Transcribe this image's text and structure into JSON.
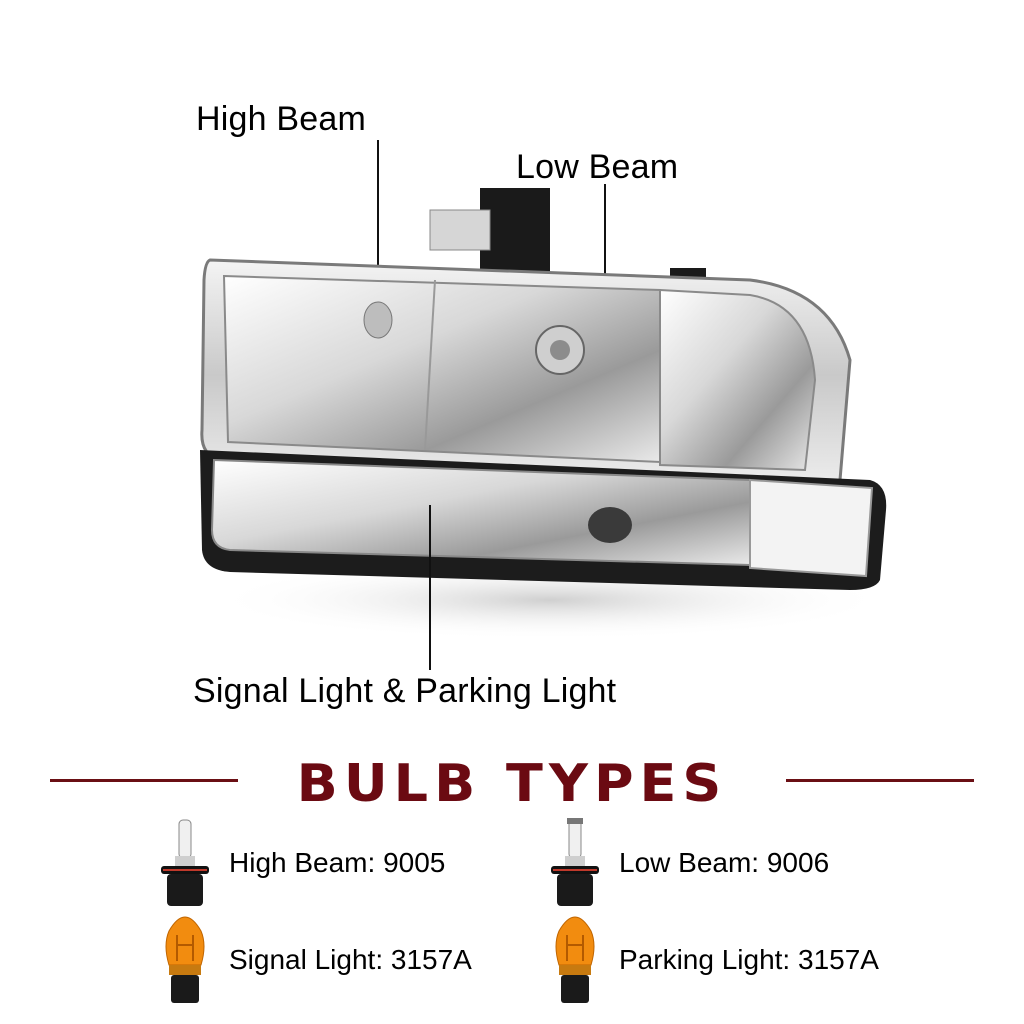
{
  "callouts": {
    "high_beam": "High Beam",
    "low_beam": "Low Beam",
    "signal_parking": "Signal Light & Parking Light"
  },
  "product": {
    "description": "Chrome headlight assembly with clear bumper signal/parking lamp",
    "icon": "headlight-assembly-image"
  },
  "section": {
    "title": "BULB TYPES",
    "accent_color": "#6b0a12"
  },
  "bulbs": [
    {
      "label": "High Beam: 9005",
      "icon": "halogen-bulb-9005-icon"
    },
    {
      "label": "Low Beam: 9006",
      "icon": "halogen-bulb-9006-icon"
    },
    {
      "label": "Signal Light: 3157A",
      "icon": "amber-bulb-3157a-icon"
    },
    {
      "label": "Parking Light: 3157A",
      "icon": "amber-bulb-3157a-icon"
    }
  ]
}
